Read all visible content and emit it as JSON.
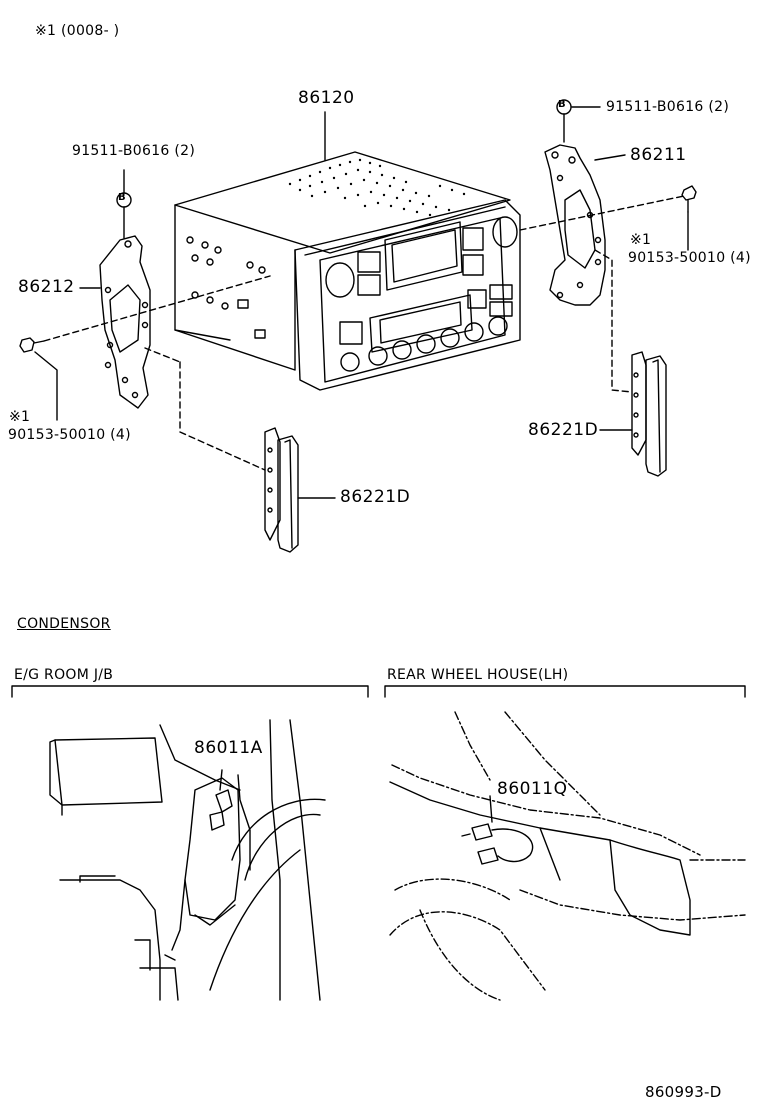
{
  "header": {
    "note": "※1 (0008-        )"
  },
  "labels": {
    "unit": "86120",
    "bolt_b_left": "91511-B0616 (2)",
    "bolt_b_right": "91511-B0616 (2)",
    "bracket_left": "86212",
    "bracket_right": "86211",
    "screw_left_mark": "※1",
    "screw_left": "90153-50010 (4)",
    "screw_right_mark": "※1",
    "screw_right": "90153-50010 (4)",
    "plate_left": "86221D",
    "plate_right": "86221D",
    "marker_b": "B"
  },
  "sections": {
    "condensor": "CONDENSOR",
    "eg_room": "E/G ROOM J/B",
    "rear_wheel": "REAR WHEEL HOUSE(LH)",
    "part_eg": "86011A",
    "part_rear": "86011Q"
  },
  "footer": {
    "code": "860993-D"
  }
}
